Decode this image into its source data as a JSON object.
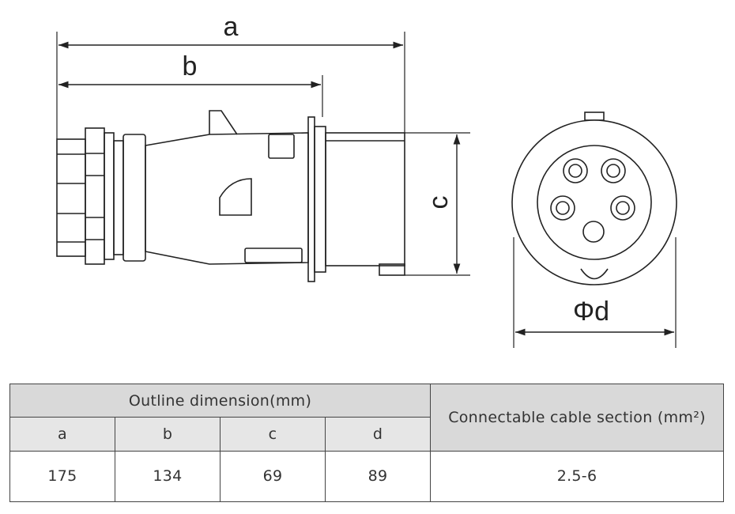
{
  "dimension_labels": {
    "a": "a",
    "b": "b",
    "c": "c",
    "d": "Φd"
  },
  "table": {
    "outline_header": "Outline dimension(mm)",
    "cable_header": "Connectable cable section (mm²)",
    "columns": [
      "a",
      "b",
      "c",
      "d"
    ],
    "values": [
      "175",
      "134",
      "69",
      "89"
    ],
    "cable_value": "2.5-6"
  }
}
